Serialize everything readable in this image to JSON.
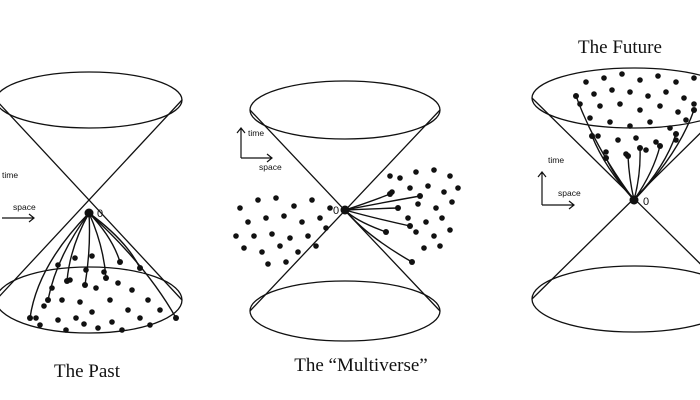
{
  "panels": [
    {
      "id": "past",
      "caption": "The Past",
      "origin_label": "0",
      "axis_time": "time",
      "axis_space": "space"
    },
    {
      "id": "multiverse",
      "caption": "The “Multiverse”",
      "origin_label": "0",
      "axis_time": "time",
      "axis_space": "space"
    },
    {
      "id": "future",
      "caption": "The Future",
      "origin_label": "0",
      "axis_time": "time",
      "axis_space": "space"
    }
  ],
  "colors": {
    "ink": "#111111",
    "background": "#ffffff"
  }
}
